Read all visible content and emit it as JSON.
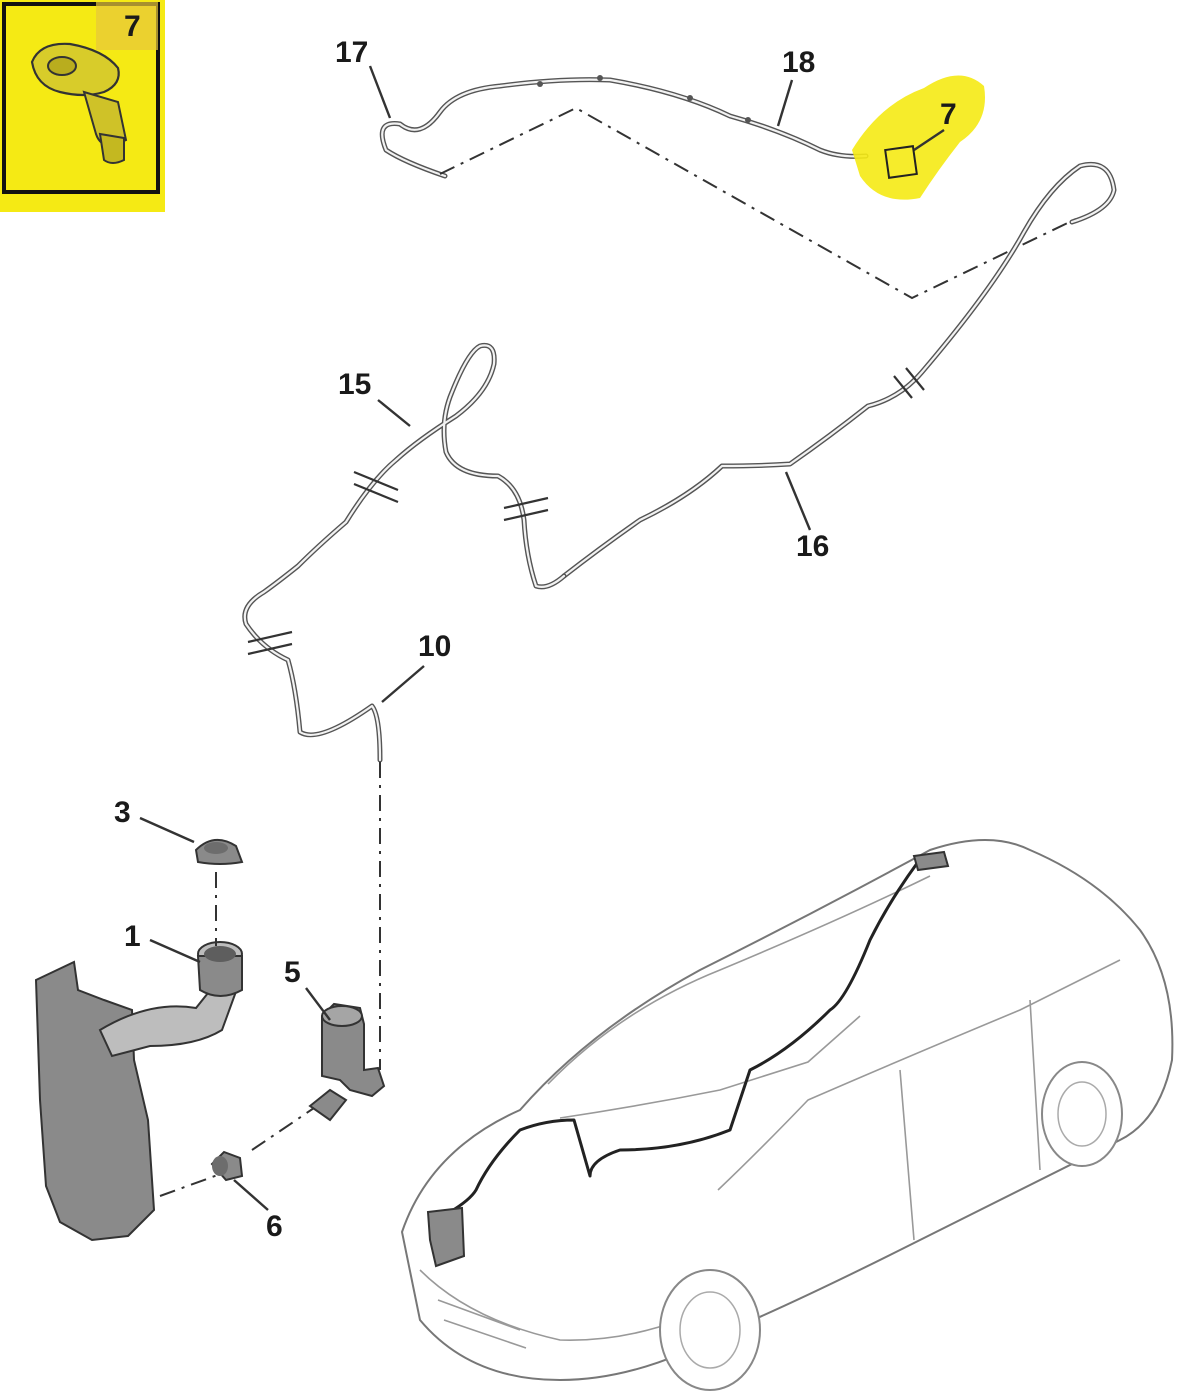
{
  "highlight_color": "#f5ea14",
  "callouts": {
    "inset": "7",
    "c17": "17",
    "c18": "18",
    "c7": "7",
    "c15": "15",
    "c16": "16",
    "c10": "10",
    "c3": "3",
    "c1": "1",
    "c5": "5",
    "c6": "6"
  },
  "parts": [
    {
      "ref": "1",
      "name": "washer-reservoir-filler-neck"
    },
    {
      "ref": "3",
      "name": "filler-cap"
    },
    {
      "ref": "5",
      "name": "washer-pump"
    },
    {
      "ref": "6",
      "name": "pump-grommet"
    },
    {
      "ref": "7",
      "name": "washer-jet-nozzle"
    },
    {
      "ref": "10",
      "name": "front-hose"
    },
    {
      "ref": "15",
      "name": "hose-section"
    },
    {
      "ref": "16",
      "name": "rear-hose"
    },
    {
      "ref": "17",
      "name": "hose-end"
    },
    {
      "ref": "18",
      "name": "roof-hose"
    }
  ]
}
